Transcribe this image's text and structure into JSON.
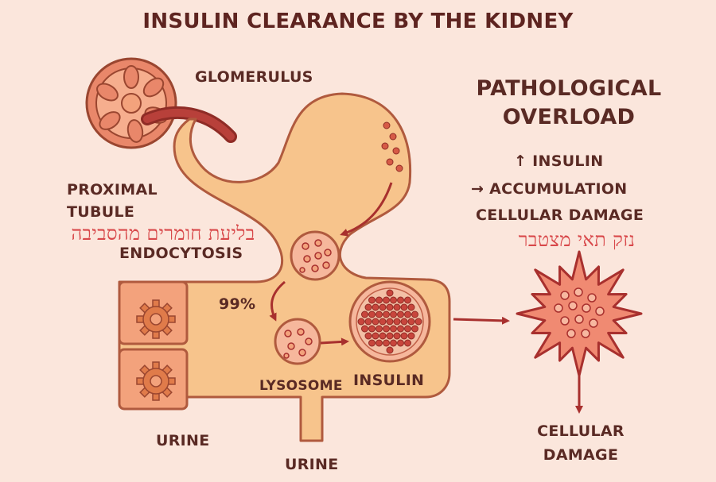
{
  "title": "INSULIN CLEARANCE BY THE KIDNEY",
  "labels": {
    "glomerulus": "GLOMERULUS",
    "proximal_tubule_line1": "PROXIMAL",
    "proximal_tubule_line2": "TUBULE",
    "hebrew_endocytosis": "בליעת חומרים מהסביבה",
    "endocytosis": "ENDOCYTOSIS",
    "percent": "99%",
    "lysosome": "LYSOSOME",
    "insulin": "INSULIN",
    "urine_left": "URINE",
    "urine_bottom": "URINE"
  },
  "pathological": {
    "heading_line1": "PATHOLOGICAL",
    "heading_line2": "OVERLOAD",
    "item1": "↑ INSULIN",
    "item2": "→ ACCUMULATION",
    "item3": "CELLULAR DAMAGE",
    "hebrew": "נזק תאי מצטבר",
    "result_line1": "CELLULAR",
    "result_line2": "DAMAGE"
  },
  "colors": {
    "background": "#fbe6dc",
    "tubule_fill": "#f7c48c",
    "outline": "#b05a3e",
    "dark_red": "#a8302e",
    "vesicle_fill": "#f6b79c",
    "cell_fill": "#f3a27c",
    "hebrew_text": "#d8484a"
  },
  "icons": {
    "kidney": "glomerulus-kidney-icon",
    "gear": "gear-icon",
    "star": "damaged-cell-burst-icon"
  }
}
